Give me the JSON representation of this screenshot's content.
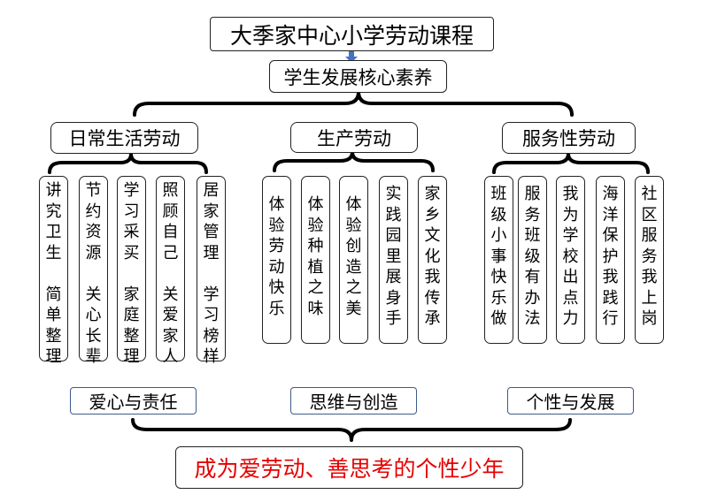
{
  "title": "大季家中心小学劳动课程",
  "core": "学生发展核心素养",
  "categories": {
    "daily": {
      "label": "日常生活劳动",
      "items": [
        "讲\n究\n卫\n生\n\n简\n单\n整\n理",
        "节\n约\n资\n源\n\n关\n心\n长\n辈",
        "学\n习\n采\n买\n\n家\n庭\n整\n理",
        "照\n顾\n自\n己\n\n关\n爱\n家\n人",
        "居\n家\n管\n理\n\n学\n习\n榜\n样"
      ],
      "tag": "爱心与责任"
    },
    "production": {
      "label": "生产劳动",
      "items": [
        "体\n验\n劳\n动\n快\n乐",
        "体\n验\n种\n植\n之\n味",
        "体\n验\n创\n造\n之\n美",
        "实\n践\n园\n里\n展\n身\n手",
        "家\n乡\n文\n化\n我\n传\n承"
      ],
      "tag": "思维与创造"
    },
    "service": {
      "label": "服务性劳动",
      "items": [
        "班\n级\n小\n事\n快\n乐\n做",
        "服\n务\n班\n级\n有\n办\n法",
        "我\n为\n学\n校\n出\n点\n力",
        "海\n洋\n保\n护\n我\n践\n行",
        "社\n区\n服\n务\n我\n上\n岗"
      ],
      "tag": "个性与发展"
    }
  },
  "goal": "成为爱劳动、善思考的个性少年",
  "colors": {
    "goal_text": "#e60000",
    "arrow": "#4472c4",
    "tag_border": "#3d5a8c"
  }
}
